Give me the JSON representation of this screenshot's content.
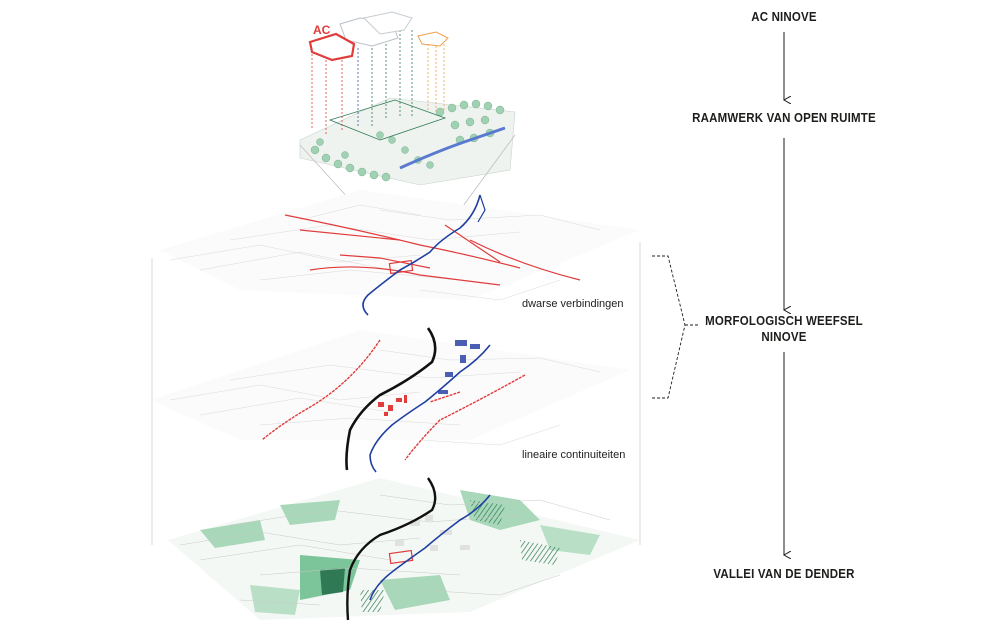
{
  "ac_tag": "AC",
  "layer_labels": {
    "dwarse": "dwarse verbindingen",
    "lineaire": "lineaire continuiteiten"
  },
  "scale_labels": {
    "ac": "AC NINOVE",
    "raamwerk": "RAAMWERK VAN OPEN RUIMTE",
    "morfologisch_line1": "MORFOLOGISCH WEEFSEL",
    "morfologisch_line2": "NINOVE",
    "vallei": "VALLEI VAN DE DENDER"
  },
  "colors": {
    "red": "#e03c3c",
    "blue": "#1f3fa0",
    "green": "#7cc49a",
    "dark_green": "#2f7a55",
    "text": "#1d1d1b"
  }
}
